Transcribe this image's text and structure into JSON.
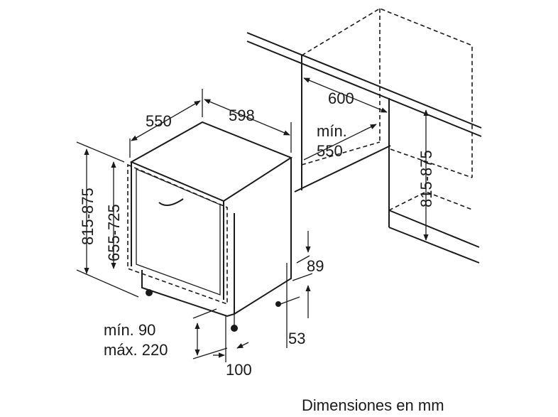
{
  "dimensions": {
    "depth": "550",
    "width": "598",
    "niche_width": "600",
    "niche_depth_label": "mín.",
    "niche_depth_value": "550",
    "height_left": "815-875",
    "door_height": "655-725",
    "niche_height": "815-875",
    "plinth_89": "89",
    "plinth_53": "53",
    "plinth_min": "mín. 90",
    "plinth_max": "máx. 220",
    "plinth_depth": "100"
  },
  "caption": "Dimensiones en mm"
}
